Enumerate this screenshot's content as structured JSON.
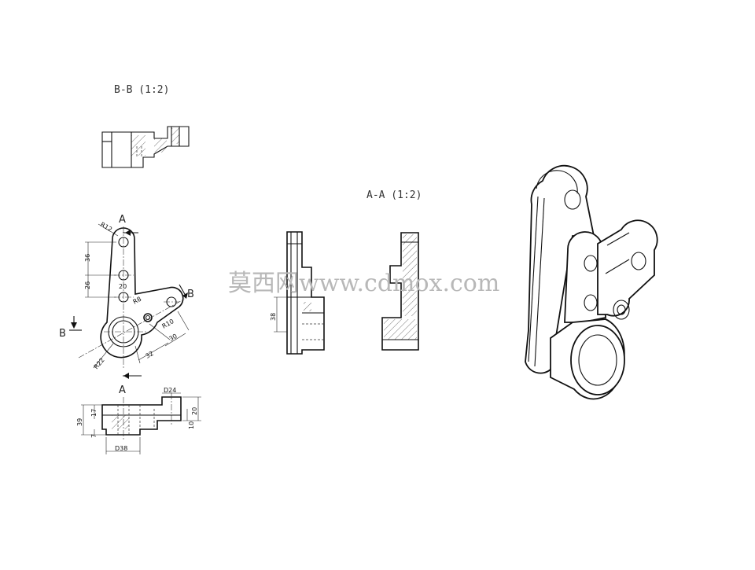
{
  "views": {
    "section_bb_title": "B-B (1:2)",
    "section_aa_title": "A-A (1:2)"
  },
  "labels": {
    "a_top": "A",
    "a_bottom": "A",
    "b_left": "B",
    "b_right": "B"
  },
  "dimensions": {
    "r12": "R12",
    "d36": "36",
    "d26": "26",
    "d20": "20",
    "r8": "R8",
    "r10": "R10",
    "d30": "30",
    "d32": "32",
    "r22": "R22",
    "d38_section": "38",
    "d24": "D24",
    "d17": "17",
    "d39": "39",
    "d7": "7",
    "d38_bottom": "D38",
    "d10": "10",
    "d20_right": "20"
  },
  "watermark": "莫西网www.cdmox.com",
  "colors": {
    "line": "#111111",
    "watermark": "#b8b8b8",
    "background": "#ffffff"
  }
}
